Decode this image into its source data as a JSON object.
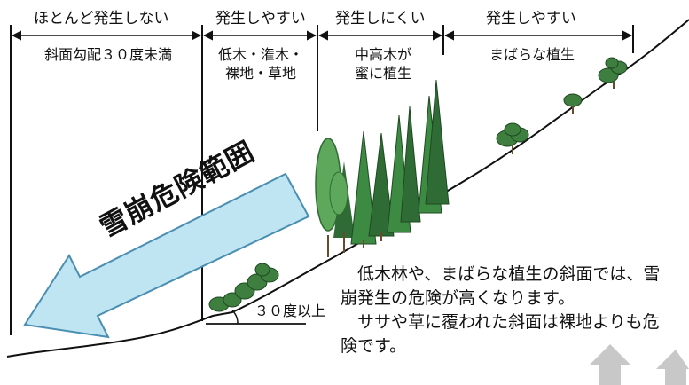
{
  "zones": [
    {
      "title": "ほとんど発生しない",
      "desc": [
        "斜面勾配３０度未満"
      ]
    },
    {
      "title": "発生しやすい",
      "desc": [
        "低木・潅木・",
        "裸地・草地"
      ]
    },
    {
      "title": "発生しにくい",
      "desc": [
        "中高木が",
        "蜜に植生"
      ]
    },
    {
      "title": "発生しやすい",
      "desc": [
        "まばらな植生"
      ]
    }
  ],
  "angle_label": "３０度以上",
  "avalanche_label": "雪崩危険範囲",
  "note": {
    "line1": "低木林や、まばらな植生の斜面では、雪崩発生の危険が高くなります。",
    "line2": "ササや草に覆われた斜面は裸地よりも危険です。"
  },
  "colors": {
    "arrow_fill": "#bfe4f2",
    "tree_dark": "#2f6b34",
    "tree_light": "#5ea85c",
    "trunk": "#6b4a2b",
    "footer_arrow": "#c8c8c8"
  }
}
